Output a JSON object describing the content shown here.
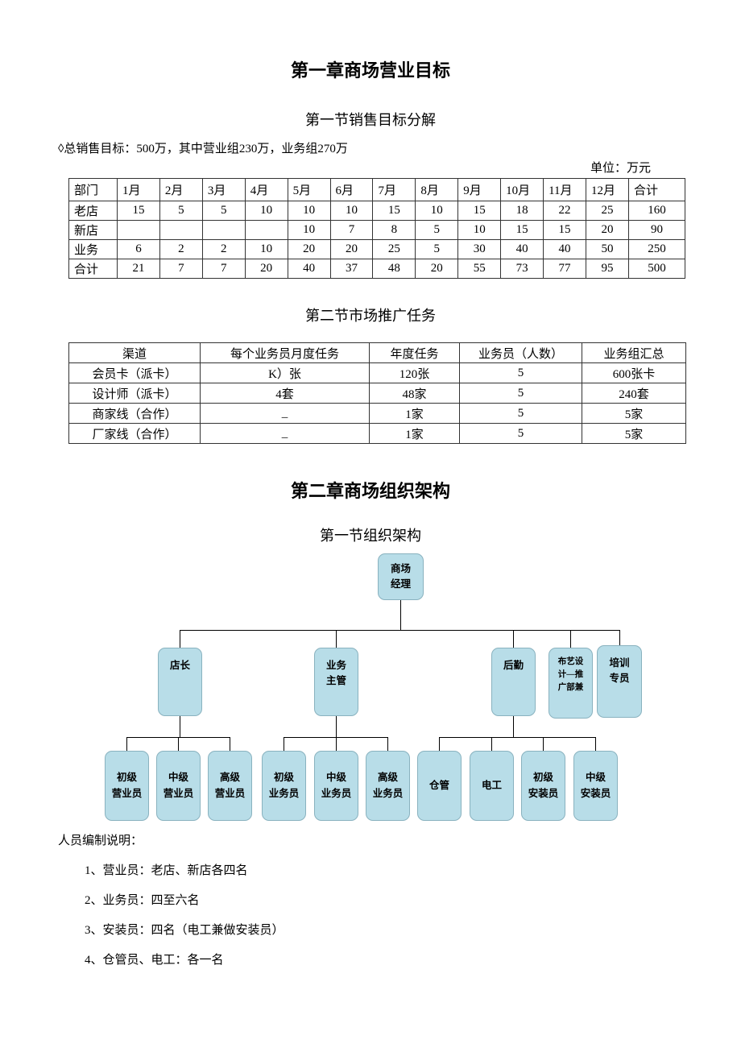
{
  "chapter1": {
    "title": "第一章商场营业目标",
    "section1_title": "第一节销售目标分解",
    "intro": "◊总销售目标：500万，其中营业组230万，业务组270万",
    "unit_note": "单位：万元",
    "section2_title": "第二节市场推广任务"
  },
  "sales_table": {
    "headers": [
      "部门",
      "1月",
      "2月",
      "3月",
      "4月",
      "5月",
      "6月",
      "7月",
      "8月",
      "9月",
      "10月",
      "11月",
      "12月",
      "合计"
    ],
    "rows": [
      [
        "老店",
        "15",
        "5",
        "5",
        "10",
        "10",
        "10",
        "15",
        "10",
        "15",
        "18",
        "22",
        "25",
        "160"
      ],
      [
        "新店",
        "",
        "",
        "",
        "",
        "10",
        "7",
        "8",
        "5",
        "10",
        "15",
        "15",
        "20",
        "90"
      ],
      [
        "业务",
        "6",
        "2",
        "2",
        "10",
        "20",
        "20",
        "25",
        "5",
        "30",
        "40",
        "40",
        "50",
        "250"
      ],
      [
        "合计",
        "21",
        "7",
        "7",
        "20",
        "40",
        "37",
        "48",
        "20",
        "55",
        "73",
        "77",
        "95",
        "500"
      ]
    ]
  },
  "promo_table": {
    "headers": [
      "渠道",
      "每个业务员月度任务",
      "年度任务",
      "业务员（人数）",
      "业务组汇总"
    ],
    "rows": [
      [
        "会员卡（派卡）",
        "K）张",
        "120张",
        "5",
        "600张卡"
      ],
      [
        "设计师（派卡）",
        "4套",
        "48家",
        "5",
        "240套"
      ],
      [
        "商家线（合作）",
        "_",
        "1家",
        "5",
        "5家"
      ],
      [
        "厂家线（合作）",
        "_",
        "1家",
        "5",
        "5家"
      ]
    ]
  },
  "chapter2": {
    "title": "第二章商场组织架构",
    "section1_title": "第一节组织架构"
  },
  "org_chart": {
    "box_fill": "#b8dde8",
    "root": "商场\n经理",
    "level2": [
      "店长",
      "业务\n主管",
      "后勤",
      "布艺设\n计—推\n广部兼",
      "培训\n专员"
    ],
    "level3": [
      "初级\n营业员",
      "中级\n营业员",
      "高级\n营业员",
      "初级\n业务员",
      "中级\n业务员",
      "高级\n业务员",
      "仓管",
      "电工",
      "初级\n安装员",
      "中级\n安装员"
    ]
  },
  "staffing": {
    "title": "人员编制说明：",
    "items": [
      "1、营业员：老店、新店各四名",
      "2、业务员：四至六名",
      "3、安装员：四名（电工兼做安装员）",
      "4、仓管员、电工：各一名"
    ]
  }
}
